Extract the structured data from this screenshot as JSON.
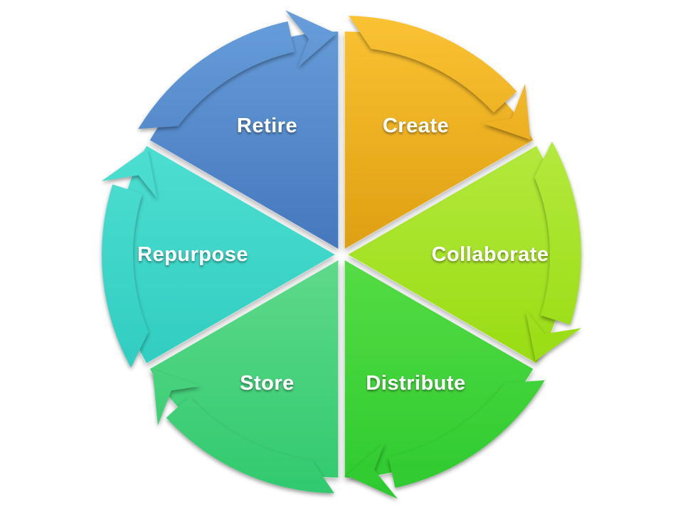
{
  "page": {
    "background": "#FFFFFF",
    "description": "Six-step circular content lifecycle diagram made of pie wedges with clockwise curved arrows"
  },
  "diagram": {
    "type": "cycle",
    "direction": "clockwise",
    "text_color": "#FFFFFF",
    "segments": [
      {
        "label": "Create",
        "color_light": "#FBC435",
        "color_dark": "#DF9F12"
      },
      {
        "label": "Collaborate",
        "color_light": "#B5EA40",
        "color_dark": "#97DB10"
      },
      {
        "label": "Distribute",
        "color_light": "#55DC45",
        "color_dark": "#2CC92F"
      },
      {
        "label": "Store",
        "color_light": "#5FD98A",
        "color_dark": "#2EC96D"
      },
      {
        "label": "Repurpose",
        "color_light": "#4FE0D2",
        "color_dark": "#2FCCC0"
      },
      {
        "label": "Retire",
        "color_light": "#689FDB",
        "color_dark": "#4577BD"
      }
    ]
  }
}
